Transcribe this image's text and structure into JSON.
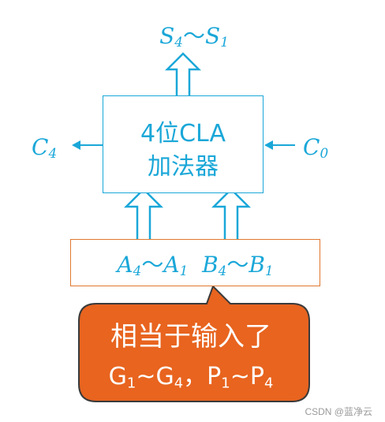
{
  "outputs": {
    "s_hi": "S",
    "s_hi_sub": "4",
    "tilde": "～",
    "s_lo": "S",
    "s_lo_sub": "1"
  },
  "adder": {
    "line1": "4位CLA",
    "line2": "加法器"
  },
  "carry_out": {
    "letter": "C",
    "sub": "4"
  },
  "carry_in": {
    "letter": "C",
    "sub": "0"
  },
  "inputs": {
    "a_hi": "A",
    "a_hi_sub": "4",
    "tilde1": "～",
    "a_lo": "A",
    "a_lo_sub": "1",
    "b_hi": "B",
    "b_hi_sub": "4",
    "tilde2": "～",
    "b_lo": "B",
    "b_lo_sub": "1"
  },
  "callout": {
    "line1": "相当于输入了",
    "g1": "G",
    "g1_sub": "1",
    "tilde_g": "~",
    "g4": "G",
    "g4_sub": "4",
    "sep": "，",
    "p1": "P",
    "p1_sub": "1",
    "tilde_p": "~",
    "p4": "P",
    "p4_sub": "4"
  },
  "watermark": "CSDN @蓝净云",
  "colors": {
    "diagram": "#1aa7d8",
    "input_border": "#e0772e",
    "callout_fill": "#e8641f",
    "callout_border": "#3a3a3a"
  }
}
